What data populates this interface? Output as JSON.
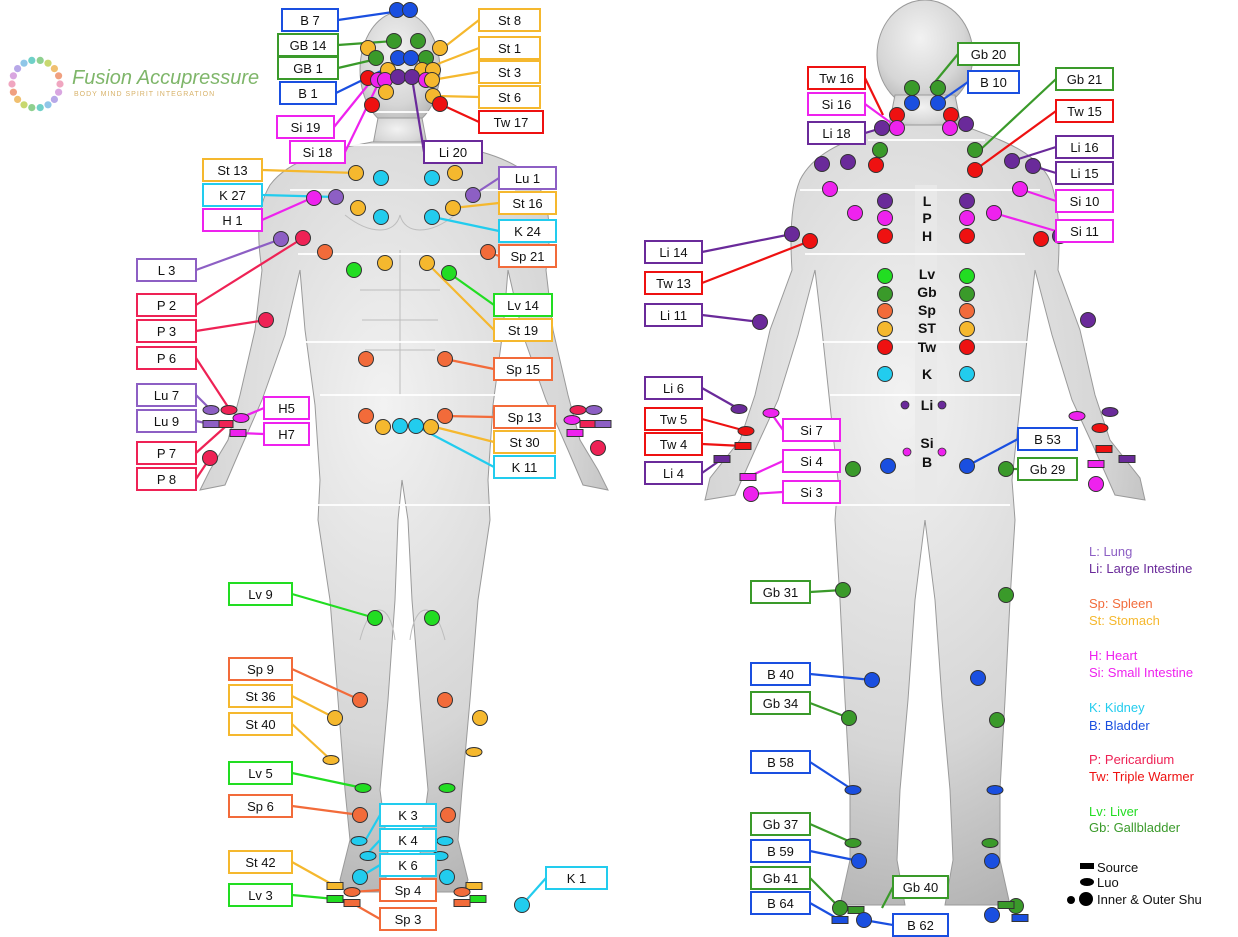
{
  "logo": {
    "title": "Fusion Accupressure",
    "subtitle": "BODY MIND SPIRIT INTEGRATION"
  },
  "colors": {
    "L": "#8d5fc4",
    "Li": "#6a2a9a",
    "Sp": "#f26b3a",
    "St": "#f5b82e",
    "H": "#ee22ee",
    "Si": "#ee22ee",
    "K": "#22ccee",
    "B": "#1a4fe0",
    "P": "#ee2255",
    "Tw": "#ee1111",
    "Lv": "#22dd22",
    "Gb": "#3a9a2a"
  },
  "front_labels": [
    {
      "text": "B 7",
      "m": "B"
    },
    {
      "text": "GB 14",
      "m": "Gb"
    },
    {
      "text": "GB 1",
      "m": "Gb"
    },
    {
      "text": "B 1",
      "m": "B"
    },
    {
      "text": "Si 19",
      "m": "Si"
    },
    {
      "text": "Si 18",
      "m": "Si"
    },
    {
      "text": "St 8",
      "m": "St"
    },
    {
      "text": "St 1",
      "m": "St"
    },
    {
      "text": "St 3",
      "m": "St"
    },
    {
      "text": "St 6",
      "m": "St"
    },
    {
      "text": "Tw 17",
      "m": "Tw"
    },
    {
      "text": "Li 20",
      "m": "Li"
    },
    {
      "text": "St 13",
      "m": "St"
    },
    {
      "text": "K 27",
      "m": "K"
    },
    {
      "text": "H 1",
      "m": "H"
    },
    {
      "text": "L 3",
      "m": "L"
    },
    {
      "text": "P 2",
      "m": "P"
    },
    {
      "text": "P 3",
      "m": "P"
    },
    {
      "text": "P 6",
      "m": "P"
    },
    {
      "text": "Lu 7",
      "m": "L"
    },
    {
      "text": "Lu 9",
      "m": "L"
    },
    {
      "text": "H5",
      "m": "H"
    },
    {
      "text": "H7",
      "m": "H"
    },
    {
      "text": "P 7",
      "m": "P"
    },
    {
      "text": "P 8",
      "m": "P"
    },
    {
      "text": "Lu 1",
      "m": "L"
    },
    {
      "text": "St 16",
      "m": "St"
    },
    {
      "text": "K 24",
      "m": "K"
    },
    {
      "text": "Sp 21",
      "m": "Sp"
    },
    {
      "text": "Lv 14",
      "m": "Lv"
    },
    {
      "text": "St 19",
      "m": "St"
    },
    {
      "text": "Sp 15",
      "m": "Sp"
    },
    {
      "text": "Sp 13",
      "m": "Sp"
    },
    {
      "text": "St 30",
      "m": "St"
    },
    {
      "text": "K 11",
      "m": "K"
    },
    {
      "text": "Lv 9",
      "m": "Lv"
    },
    {
      "text": "Sp 9",
      "m": "Sp"
    },
    {
      "text": "St 36",
      "m": "St"
    },
    {
      "text": "St 40",
      "m": "St"
    },
    {
      "text": "Lv 5",
      "m": "Lv"
    },
    {
      "text": "Sp 6",
      "m": "Sp"
    },
    {
      "text": "K 3",
      "m": "K"
    },
    {
      "text": "K 4",
      "m": "K"
    },
    {
      "text": "K 6",
      "m": "K"
    },
    {
      "text": "St 42",
      "m": "St"
    },
    {
      "text": "Lv 3",
      "m": "Lv"
    },
    {
      "text": "Sp 4",
      "m": "Sp"
    },
    {
      "text": "Sp 3",
      "m": "Sp"
    },
    {
      "text": "K 1",
      "m": "K"
    }
  ],
  "back_labels": [
    {
      "text": "Tw 16",
      "m": "Tw"
    },
    {
      "text": "Si 16",
      "m": "Si"
    },
    {
      "text": "Li 18",
      "m": "Li"
    },
    {
      "text": "Gb 20",
      "m": "Gb"
    },
    {
      "text": "B 10",
      "m": "B"
    },
    {
      "text": "Gb 21",
      "m": "Gb"
    },
    {
      "text": "Tw 15",
      "m": "Tw"
    },
    {
      "text": "Li 16",
      "m": "Li"
    },
    {
      "text": "Li 15",
      "m": "Li"
    },
    {
      "text": "Si 10",
      "m": "Si"
    },
    {
      "text": "Si 11",
      "m": "Si"
    },
    {
      "text": "Li 14",
      "m": "Li"
    },
    {
      "text": "Tw 13",
      "m": "Tw"
    },
    {
      "text": "Li 11",
      "m": "Li"
    },
    {
      "text": "Li 6",
      "m": "Li"
    },
    {
      "text": "Tw 5",
      "m": "Tw"
    },
    {
      "text": "Tw 4",
      "m": "Tw"
    },
    {
      "text": "Li 4",
      "m": "Li"
    },
    {
      "text": "Si 7",
      "m": "Si"
    },
    {
      "text": "Si 4",
      "m": "Si"
    },
    {
      "text": "Si 3",
      "m": "Si"
    },
    {
      "text": "B 53",
      "m": "B"
    },
    {
      "text": "Gb 29",
      "m": "Gb"
    },
    {
      "text": "Gb 31",
      "m": "Gb"
    },
    {
      "text": "B 40",
      "m": "B"
    },
    {
      "text": "Gb 34",
      "m": "Gb"
    },
    {
      "text": "B 58",
      "m": "B"
    },
    {
      "text": "Gb 37",
      "m": "Gb"
    },
    {
      "text": "B 59",
      "m": "B"
    },
    {
      "text": "Gb 41",
      "m": "Gb"
    },
    {
      "text": "B 64",
      "m": "B"
    },
    {
      "text": "Gb 40",
      "m": "Gb"
    },
    {
      "text": "B 62",
      "m": "B"
    }
  ],
  "spine_labels": [
    "L",
    "P",
    "H",
    "Lv",
    "Gb",
    "Sp",
    "ST",
    "Tw",
    "K",
    "Li",
    "Si",
    "B"
  ],
  "legend": [
    {
      "text": "L: Lung",
      "m": "L"
    },
    {
      "text": "Li: Large Intestine",
      "m": "Li"
    },
    {
      "text": "Sp: Spleen",
      "m": "Sp"
    },
    {
      "text": "St: Stomach",
      "m": "St"
    },
    {
      "text": "H: Heart",
      "m": "H"
    },
    {
      "text": "Si: Small Intestine",
      "m": "Si"
    },
    {
      "text": "K: Kidney",
      "m": "K"
    },
    {
      "text": "B: Bladder",
      "m": "B"
    },
    {
      "text": "P: Pericardium",
      "m": "P"
    },
    {
      "text": "Tw: Triple Warmer",
      "m": "Tw"
    },
    {
      "text": "Lv: Liver",
      "m": "Lv"
    },
    {
      "text": "Gb: Gallbladder",
      "m": "Gb"
    }
  ],
  "key": [
    {
      "text": "Source",
      "shape": "rect"
    },
    {
      "text": "Luo",
      "shape": "ellipse"
    },
    {
      "text": "Inner & Outer Shu",
      "shape": "circle"
    }
  ]
}
